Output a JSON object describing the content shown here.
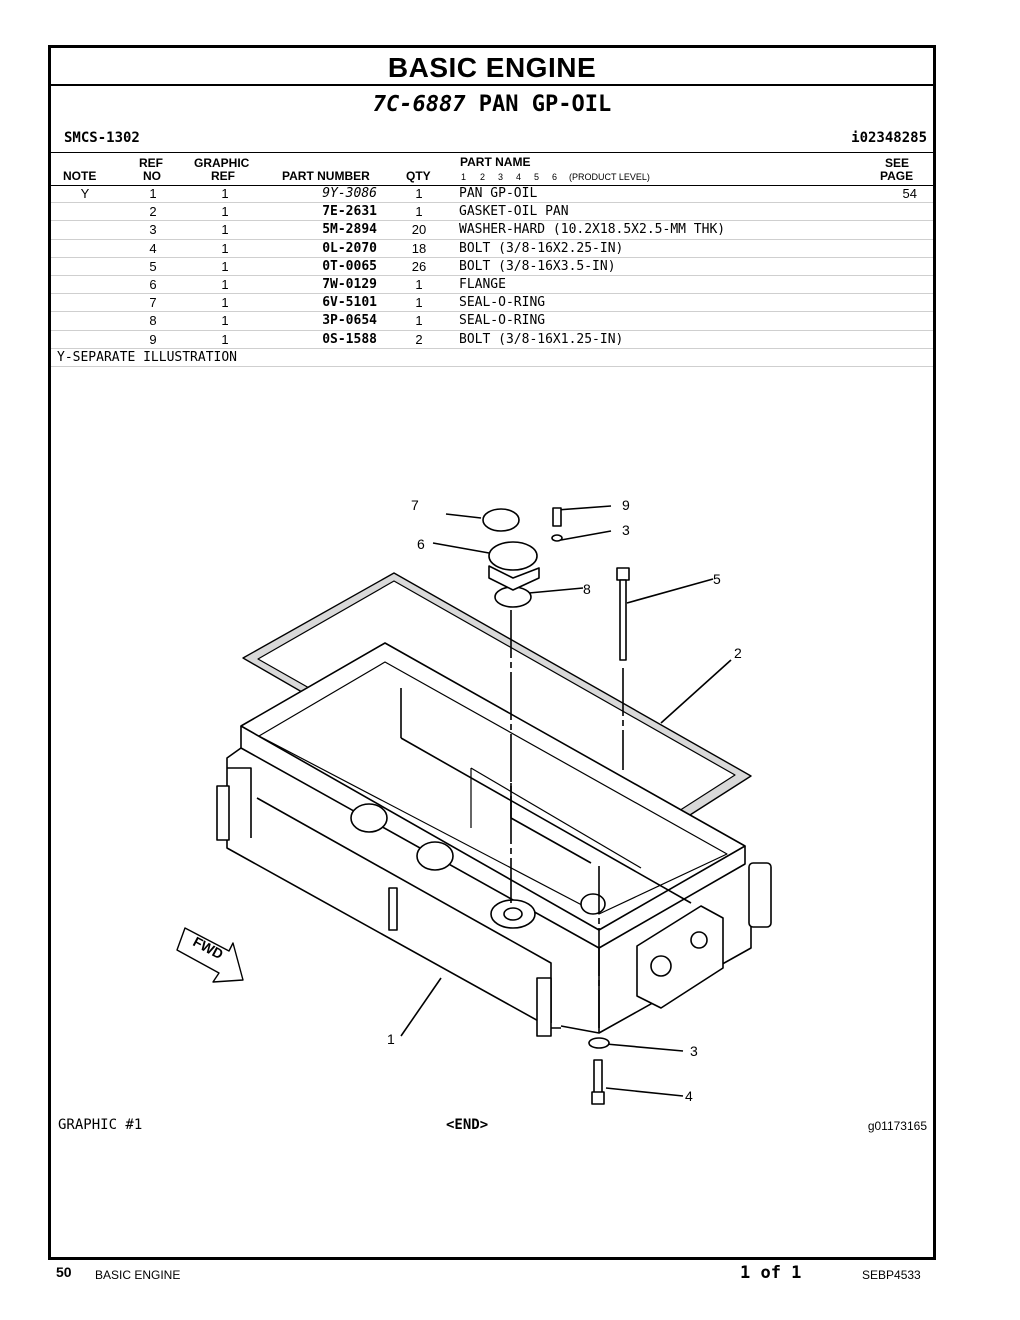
{
  "header": {
    "title": "BASIC ENGINE",
    "part_number": "7C-6887",
    "part_name": "PAN GP-OIL",
    "smcs": "SMCS-1302",
    "id": "i02348285"
  },
  "table": {
    "columns": {
      "note": "NOTE",
      "ref_no_top": "REF",
      "ref_no_bottom": "NO",
      "graphic_ref_top": "GRAPHIC",
      "graphic_ref_bottom": "REF",
      "part_number": "PART NUMBER",
      "qty": "QTY",
      "part_name": "PART NAME",
      "product_levels": [
        "1",
        "2",
        "3",
        "4",
        "5",
        "6"
      ],
      "product_level_label": "(PRODUCT LEVEL)",
      "see_page_top": "SEE",
      "see_page_bottom": "PAGE"
    },
    "rows": [
      {
        "note": "Y",
        "ref": "1",
        "graphic": "1",
        "part_number": "9Y-3086",
        "qty": "1",
        "name": "PAN GP-OIL",
        "page": "54"
      },
      {
        "note": "",
        "ref": "2",
        "graphic": "1",
        "part_number": "7E-2631",
        "qty": "1",
        "name": "GASKET-OIL PAN",
        "page": ""
      },
      {
        "note": "",
        "ref": "3",
        "graphic": "1",
        "part_number": "5M-2894",
        "qty": "20",
        "name": "WASHER-HARD (10.2X18.5X2.5-MM THK)",
        "page": ""
      },
      {
        "note": "",
        "ref": "4",
        "graphic": "1",
        "part_number": "0L-2070",
        "qty": "18",
        "name": "BOLT (3/8-16X2.25-IN)",
        "page": ""
      },
      {
        "note": "",
        "ref": "5",
        "graphic": "1",
        "part_number": "0T-0065",
        "qty": "26",
        "name": "BOLT (3/8-16X3.5-IN)",
        "page": ""
      },
      {
        "note": "",
        "ref": "6",
        "graphic": "1",
        "part_number": "7W-0129",
        "qty": "1",
        "name": "FLANGE",
        "page": ""
      },
      {
        "note": "",
        "ref": "7",
        "graphic": "1",
        "part_number": "6V-5101",
        "qty": "1",
        "name": "SEAL-O-RING",
        "page": ""
      },
      {
        "note": "",
        "ref": "8",
        "graphic": "1",
        "part_number": "3P-0654",
        "qty": "1",
        "name": "SEAL-O-RING",
        "page": ""
      },
      {
        "note": "",
        "ref": "9",
        "graphic": "1",
        "part_number": "0S-1588",
        "qty": "2",
        "name": "BOLT (3/8-16X1.25-IN)",
        "page": ""
      }
    ],
    "note_text": "Y-SEPARATE ILLUSTRATION"
  },
  "illustration": {
    "callouts": [
      "1",
      "2",
      "3",
      "3",
      "4",
      "5",
      "6",
      "7",
      "8",
      "9"
    ],
    "fwd_label": "FWD",
    "graphic_label": "GRAPHIC #1",
    "end_label": "<END>",
    "graphic_id": "g01173165"
  },
  "footer": {
    "page_number": "50",
    "section": "BASIC ENGINE",
    "page_of": "1 of 1",
    "doc_id": "SEBP4533"
  }
}
